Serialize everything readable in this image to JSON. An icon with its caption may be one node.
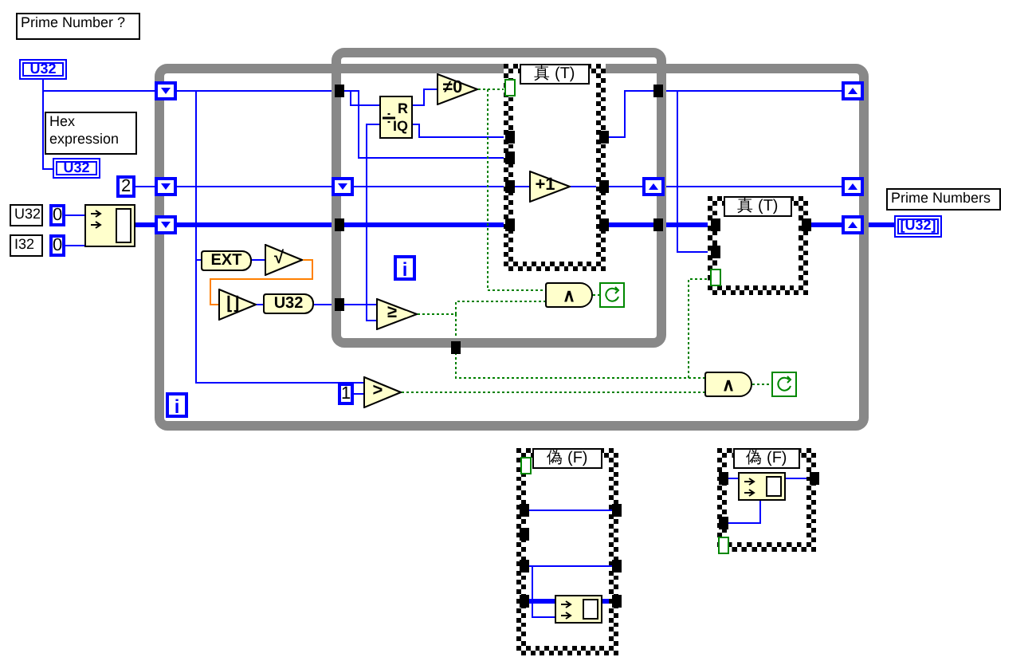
{
  "diagram": {
    "nodes": [
      {
        "text": [],
        "shape": "box"
      },
      {
        "text": [
          "U32"
        ],
        "beside": [
          "Prime Number ?"
        ]
      },
      {
        "text": [
          "U32"
        ],
        "beside": [
          "Hex expression"
        ]
      },
      {
        "text": [
          "2"
        ]
      },
      {
        "text": [
          "0"
        ],
        "beside": [
          "U32"
        ]
      },
      {
        "text": [
          "0"
        ],
        "beside": [
          "I32"
        ]
      },
      {
        "text": [],
        "shape": "box"
      },
      {
        "text": [],
        "shape": "box",
        "in": 0
      },
      {
        "text": [],
        "shape": "box",
        "in": 0
      },
      {
        "text": [],
        "shape": "box",
        "in": 0
      },
      {
        "text": [],
        "shape": "box",
        "in": 0
      },
      {
        "text": [],
        "shape": "box",
        "in": 10
      },
      {
        "text": [
          "R",
          "IQ"
        ],
        "in": 10
      },
      {
        "text": [
          "≠0"
        ],
        "in": 10
      },
      {
        "text": [
          "真 (T)"
        ],
        "in": 10
      },
      {
        "text": [
          "+1"
        ],
        "in": 14
      },
      {
        "text": [],
        "shape": "box",
        "in": 10
      },
      {
        "text": [
          "≥"
        ],
        "in": 10
      },
      {
        "text": [
          "∧"
        ],
        "in": 10
      },
      {
        "text": [],
        "shape": "box",
        "in": 10
      },
      {
        "text": [
          "i"
        ],
        "in": 10
      },
      {
        "text": [
          "EXT"
        ],
        "in": 0
      },
      {
        "text": [
          "√"
        ],
        "in": 0
      },
      {
        "text": [
          "⌊⌋"
        ],
        "in": 0
      },
      {
        "text": [
          "U32"
        ],
        "in": 0
      },
      {
        "text": [
          ">"
        ],
        "in": 0
      },
      {
        "text": [
          "1"
        ],
        "in": 0
      },
      {
        "text": [
          "∧"
        ],
        "in": 0
      },
      {
        "text": [],
        "shape": "box",
        "in": 0
      },
      {
        "text": [
          "i"
        ],
        "in": 0
      },
      {
        "text": [
          "真 (T)"
        ],
        "in": 0
      },
      {
        "text": [],
        "shape": "box",
        "in": 0
      },
      {
        "text": [],
        "shape": "box",
        "in": 0
      },
      {
        "text": [],
        "shape": "box",
        "in": 0
      },
      {
        "text": [
          "[U32]"
        ],
        "beside": [
          "Prime Numbers"
        ]
      },
      {
        "text": [
          "偽 (F)"
        ]
      },
      {
        "text": [],
        "shape": "box",
        "in": 35
      },
      {
        "text": [
          "偽 (F)"
        ]
      },
      {
        "text": [],
        "shape": "box",
        "in": 37
      }
    ],
    "edges": [
      {
        "from": 1,
        "to": 7,
        "arrow": "none"
      },
      {
        "from": 1,
        "to": 2,
        "arrow": "none"
      },
      {
        "from": 3,
        "to": 8,
        "arrow": "none"
      },
      {
        "from": 4,
        "to": 6,
        "arrow": "none"
      },
      {
        "from": 5,
        "to": 6,
        "arrow": "none"
      },
      {
        "from": 6,
        "to": 9,
        "arrow": "none",
        "style": "thick"
      },
      {
        "from": 7,
        "to": 12,
        "arrow": "none"
      },
      {
        "from": 7,
        "to": 14,
        "arrow": "none"
      },
      {
        "from": 7,
        "to": 21,
        "arrow": "none"
      },
      {
        "from": 7,
        "to": 25,
        "arrow": "none"
      },
      {
        "from": 8,
        "to": 11,
        "arrow": "none"
      },
      {
        "from": 9,
        "to": 14,
        "arrow": "none",
        "style": "thick"
      },
      {
        "from": 14,
        "to": 30,
        "arrow": "none",
        "style": "thick"
      },
      {
        "from": 11,
        "to": 12,
        "arrow": "none"
      },
      {
        "from": 11,
        "to": 17,
        "arrow": "none"
      },
      {
        "from": 11,
        "to": 15,
        "arrow": "none"
      },
      {
        "from": 15,
        "to": 16,
        "arrow": "none"
      },
      {
        "from": 12,
        "to": 13,
        "arrow": "none"
      },
      {
        "from": 12,
        "to": 14,
        "arrow": "none"
      },
      {
        "from": 13,
        "to": 14,
        "arrow": "none",
        "style": "dashed",
        "color": "#008000"
      },
      {
        "from": 13,
        "to": 18,
        "arrow": "none",
        "style": "dashed",
        "color": "#008000"
      },
      {
        "from": 18,
        "to": 19,
        "arrow": "none",
        "style": "dashed",
        "color": "#008000"
      },
      {
        "from": 17,
        "to": 18,
        "arrow": "none",
        "style": "dashed",
        "color": "#008000"
      },
      {
        "from": 17,
        "to": 27,
        "arrow": "none",
        "style": "dashed",
        "color": "#008000"
      },
      {
        "from": 17,
        "to": 30,
        "arrow": "none",
        "style": "dashed",
        "color": "#008000"
      },
      {
        "from": 21,
        "to": 22,
        "arrow": "none"
      },
      {
        "from": 22,
        "to": 23,
        "arrow": "none",
        "color": "#ff8000"
      },
      {
        "from": 23,
        "to": 24,
        "arrow": "none"
      },
      {
        "from": 24,
        "to": 17,
        "arrow": "none"
      },
      {
        "from": 26,
        "to": 25,
        "arrow": "none"
      },
      {
        "from": 25,
        "to": 27,
        "arrow": "none",
        "style": "dashed",
        "color": "#008000"
      },
      {
        "from": 27,
        "to": 28,
        "arrow": "none",
        "style": "dashed",
        "color": "#008000"
      },
      {
        "from": 14,
        "to": 31,
        "arrow": "none"
      },
      {
        "from": 14,
        "to": 30,
        "arrow": "none"
      },
      {
        "from": 16,
        "to": 32,
        "arrow": "none"
      },
      {
        "from": 30,
        "to": 33,
        "arrow": "none",
        "style": "thick"
      },
      {
        "from": 33,
        "to": 34,
        "arrow": "none",
        "style": "thick"
      },
      {
        "from": 35,
        "to": 36,
        "arrow": "none",
        "style": "thick"
      },
      {
        "from": 35,
        "to": 36,
        "arrow": "none"
      },
      {
        "from": 36,
        "to": 35,
        "arrow": "none",
        "style": "thick"
      },
      {
        "from": 37,
        "to": 38,
        "arrow": "none"
      },
      {
        "from": 38,
        "to": 37,
        "arrow": "none"
      },
      {
        "from": 37,
        "to": 38,
        "arrow": "none"
      }
    ]
  }
}
